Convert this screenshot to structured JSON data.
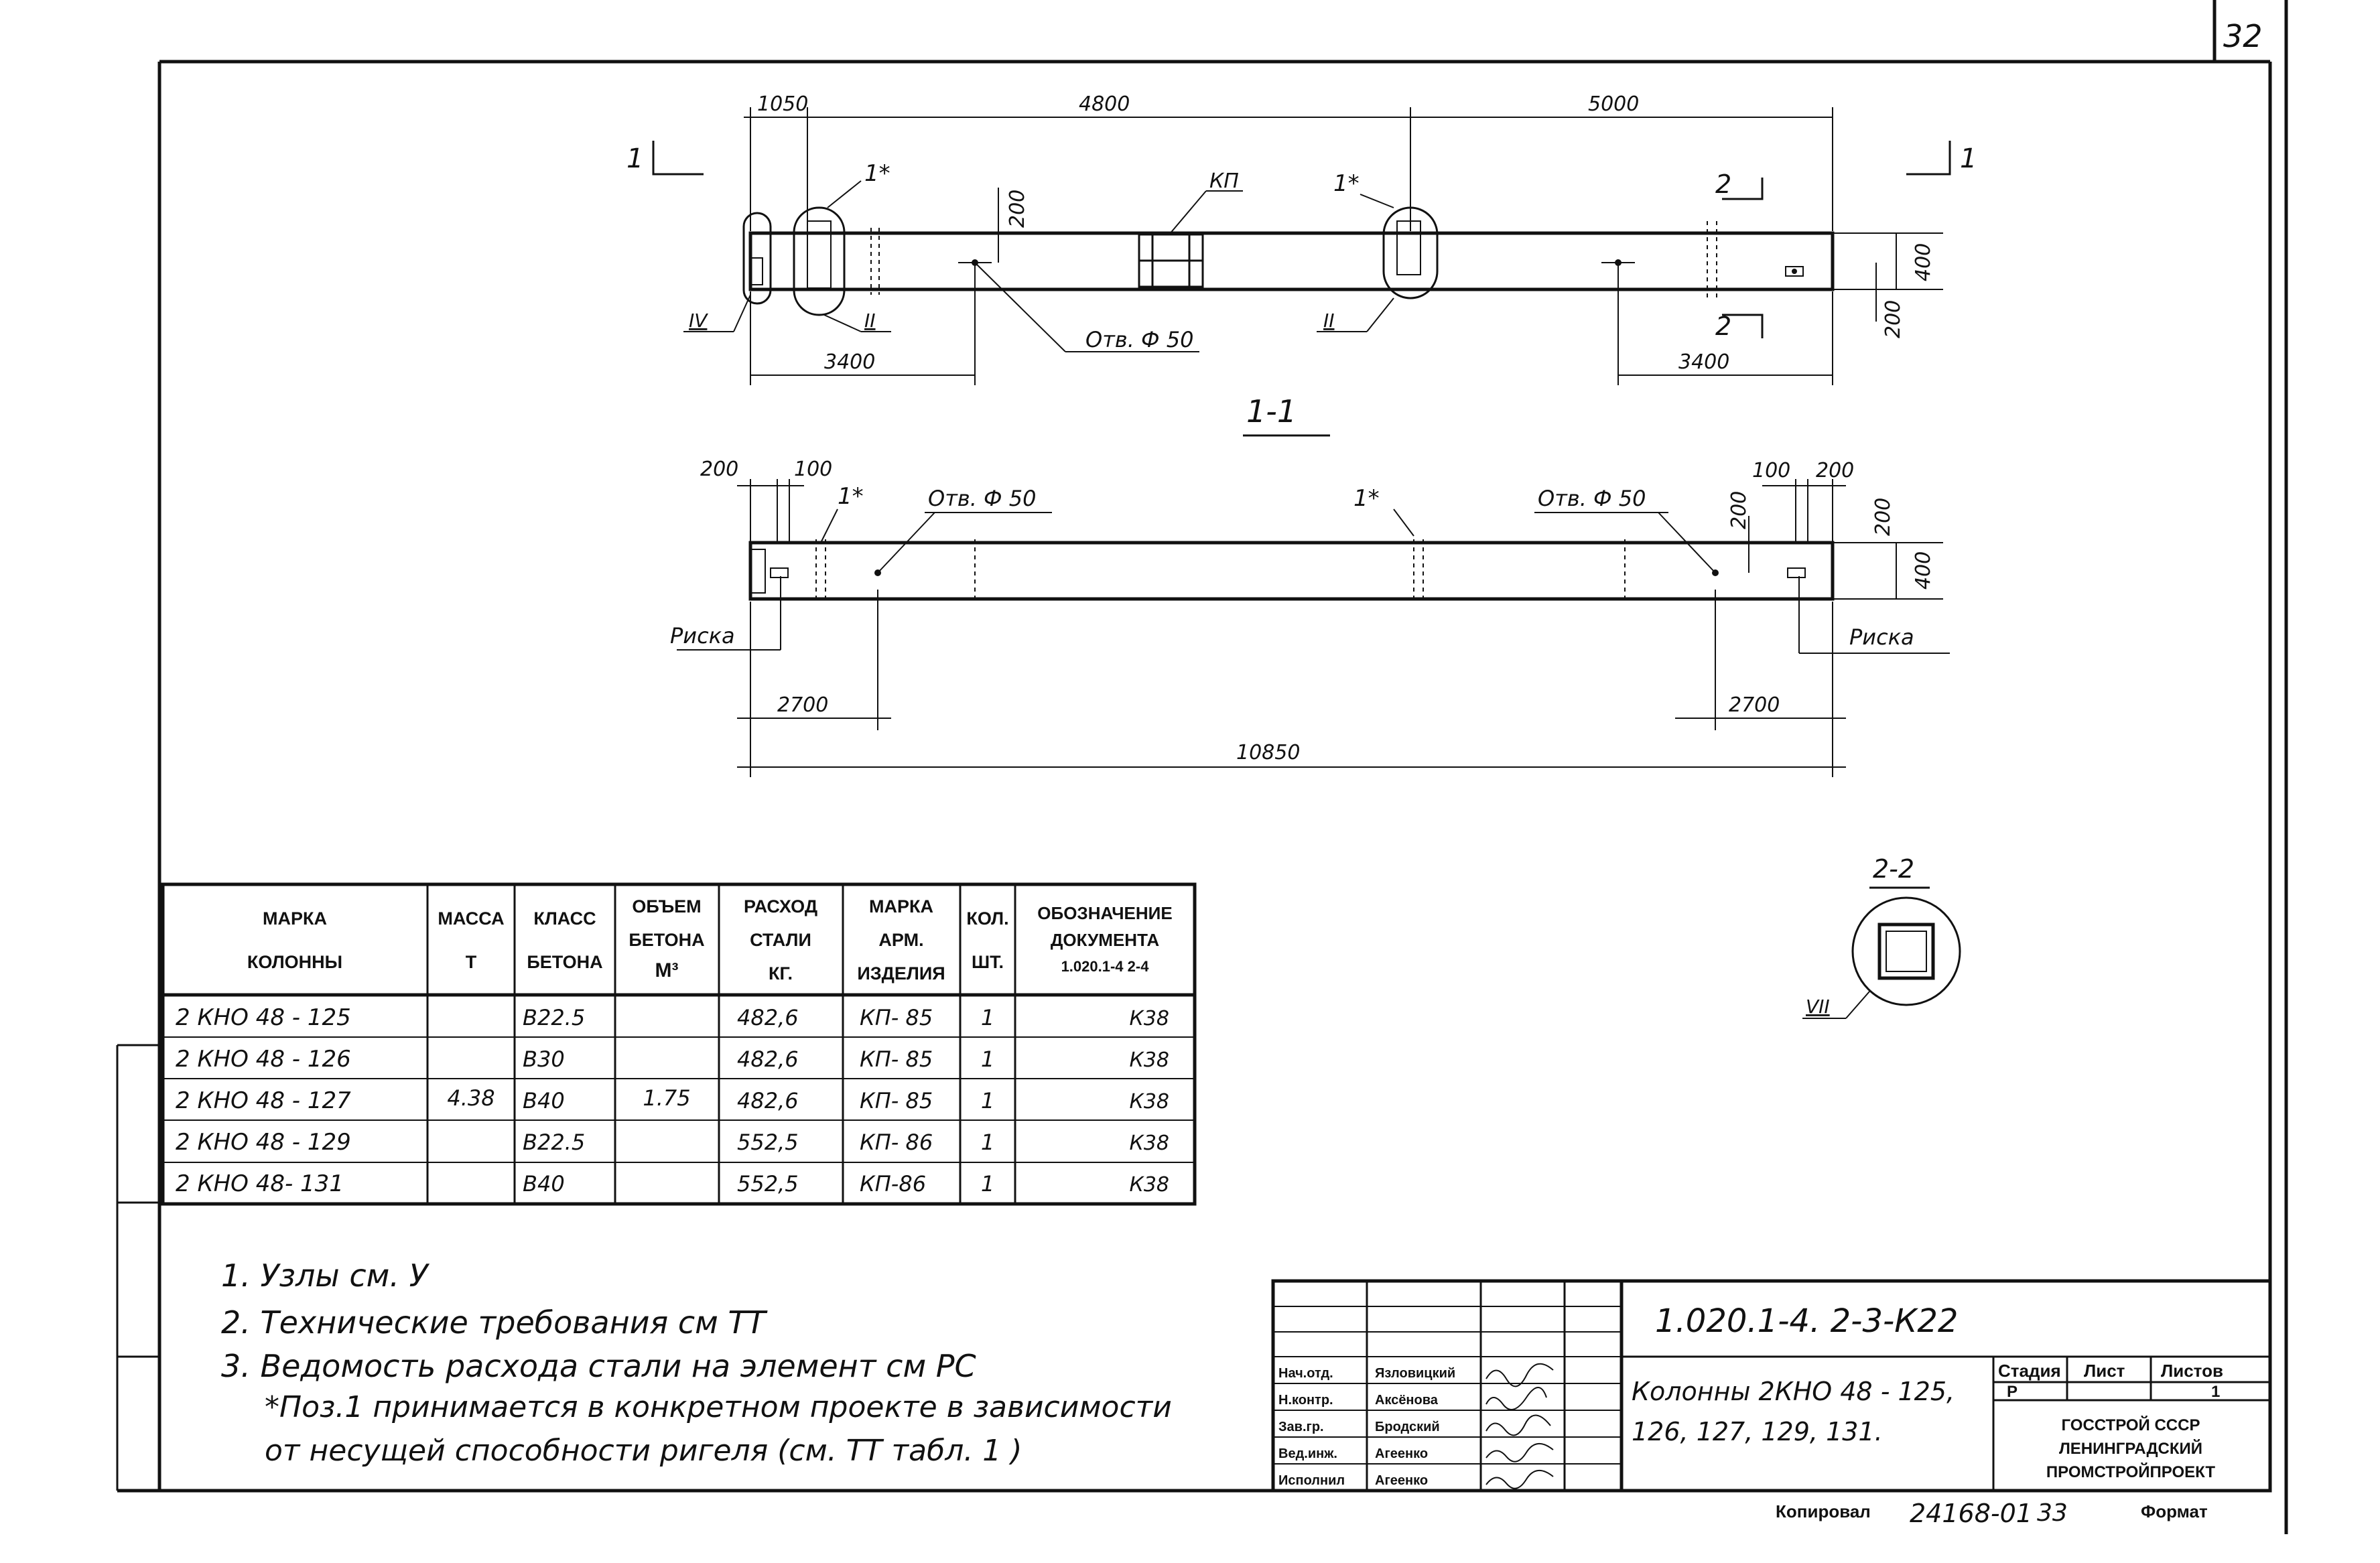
{
  "page_number": "32",
  "top_view": {
    "dims_top": [
      "1050",
      "4800",
      "5000"
    ],
    "dims_bottom": [
      "3400",
      "3400"
    ],
    "dim_200_a": "200",
    "dim_200_b": "200",
    "dim_400": "400",
    "label_kp": "КП",
    "label_1star_a": "1*",
    "label_1star_b": "1*",
    "hole_label": "Отв. Ф 50",
    "section_left": "1",
    "section_right": "1",
    "section_2_top": "2",
    "section_2_bottom": "2",
    "node_IV": "IV",
    "node_II_a": "II",
    "node_II_b": "II",
    "view_title": "1-1"
  },
  "side_view": {
    "dim_200_left": "200",
    "dim_100_left": "100",
    "dim_100_right": "100",
    "dim_200_right": "200",
    "dim_200_v1": "200",
    "dim_200_v2": "200",
    "dim_400": "400",
    "label_1star_a": "1*",
    "label_1star_b": "1*",
    "hole_label_a": "Отв. Ф 50",
    "hole_label_b": "Отв. Ф 50",
    "risk_left": "Риска",
    "risk_right": "Риска",
    "dim_2700_left": "2700",
    "dim_2700_right": "2700",
    "dim_total": "10850"
  },
  "section_2_2": {
    "title": "2-2",
    "node": "VII"
  },
  "table": {
    "headers": [
      [
        "МАРКА",
        "КОЛОННЫ"
      ],
      [
        "МАССА",
        "Т"
      ],
      [
        "КЛАСС",
        "БЕТОНА"
      ],
      [
        "ОБЪЕМ",
        "БЕТОНА",
        "М³"
      ],
      [
        "РАСХОД",
        "СТАЛИ",
        "КГ."
      ],
      [
        "МАРКА",
        "АРМ.",
        "ИЗДЕЛИЯ"
      ],
      [
        "КОЛ.",
        "ШТ."
      ],
      [
        "ОБОЗНАЧЕНИЕ",
        "ДОКУМЕНТА",
        "1.020.1-4  2-4"
      ]
    ],
    "mass": "4.38",
    "volume": "1.75",
    "rows": [
      [
        "2 КНО 48 - 125",
        "В22.5",
        "482,6",
        "КП- 85",
        "1",
        "К38"
      ],
      [
        "2 КНО 48 - 126",
        "В30",
        "482,6",
        "КП- 85",
        "1",
        "К38"
      ],
      [
        "2 КНО 48 - 127",
        "В40",
        "482,6",
        "КП- 85",
        "1",
        "К38"
      ],
      [
        "2 КНО 48 - 129",
        "В22.5",
        "552,5",
        "КП- 86",
        "1",
        "К38"
      ],
      [
        "2 КНО 48- 131",
        "В40",
        "552,5",
        "КП-86",
        "1",
        "К38"
      ]
    ]
  },
  "notes": [
    "1. Узлы см. У",
    "2. Технические требования см ТТ",
    "3. Ведомость расхода стали на элемент см РС",
    "*Поз.1 принимается в конкретном проекте в зависимости",
    "от несущей способности ригеля (см. ТТ табл. 1 )"
  ],
  "title_block": {
    "doc_code": "1.020.1-4.  2-3-К22",
    "title_line1": "Колонны 2КНО 48 - 125,",
    "title_line2": "126, 127, 129, 131.",
    "roles": [
      "Нач.отд.",
      "Н.контр.",
      "Зав.гр.",
      "Вед.инж.",
      "Исполнил"
    ],
    "names": [
      "Язловицкий",
      "Аксёнова",
      "Бродский",
      "Агеенко",
      "Агеенко"
    ],
    "stage_label": "Стадия",
    "sheet_label": "Лист",
    "sheets_label": "Листов",
    "stage": "Р",
    "sheets": "1",
    "org1": "ГОССТРОЙ СССР",
    "org2": "ЛЕНИНГРАДСКИЙ",
    "org3": "ПРОМСТРОЙПРОЕКТ"
  },
  "footer": {
    "copied_label": "Копировал",
    "order": "24168-01",
    "sheet_no": "33",
    "format_label": "Формат"
  }
}
